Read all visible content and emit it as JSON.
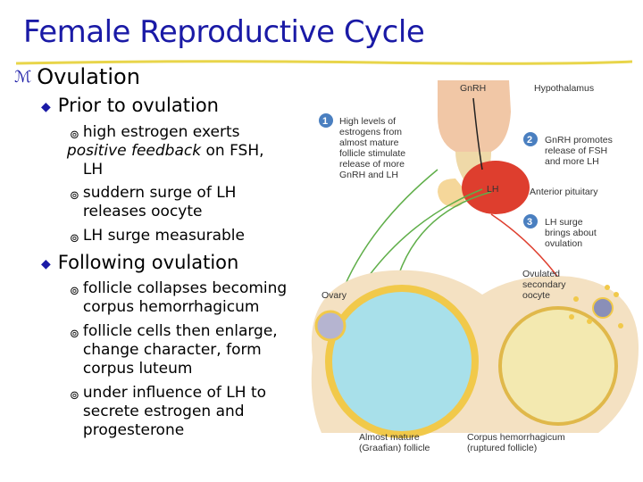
{
  "title": "Female Reproductive Cycle",
  "colors": {
    "title": "#1a1aa6",
    "rule": "#e8d54a",
    "badge": "#4a7fc0",
    "follicle": "#a8e0ea"
  },
  "level1": {
    "text": "Ovulation"
  },
  "prior": {
    "heading": "Prior to ovulation",
    "items": [
      {
        "pre": "high estrogen exerts",
        "em": "positive feedback",
        "post": " on FSH,",
        "cont": "LH"
      },
      {
        "line1": "suddern surge of LH",
        "line2": "releases oocyte"
      },
      {
        "line1": "LH surge measurable"
      }
    ]
  },
  "following": {
    "heading": "Following ovulation",
    "items": [
      {
        "line1": "follicle collapses becoming",
        "line2": "corpus hemorrhagicum"
      },
      {
        "line1": "follicle cells then enlarge,",
        "line2": "change character, form",
        "line3": "corpus luteum"
      },
      {
        "line1": "under influence of LH to",
        "line2": "secrete estrogen and",
        "line3": "progesterone"
      }
    ]
  },
  "diagram": {
    "gnrh": "GnRH",
    "hypothalamus": "Hypothalamus",
    "step1": {
      "num": "1",
      "lines": [
        "High levels of",
        "estrogens from",
        "almost mature",
        "follicle stimulate",
        "release of more",
        "GnRH and LH"
      ]
    },
    "step2": {
      "num": "2",
      "lines": [
        "GnRH promotes",
        "release of FSH",
        "and more LH"
      ]
    },
    "step3": {
      "num": "3",
      "lines": [
        "LH surge",
        "brings about",
        "ovulation"
      ]
    },
    "lh": "LH",
    "anterior_pituitary": "Anterior pituitary",
    "ovary": "Ovary",
    "ovulated": [
      "Ovulated",
      "secondary",
      "oocyte"
    ],
    "almost_mature": [
      "Almost mature",
      "(Graafian) follicle"
    ],
    "corpus": [
      "Corpus hemorrhagicum",
      "(ruptured follicle)"
    ]
  }
}
